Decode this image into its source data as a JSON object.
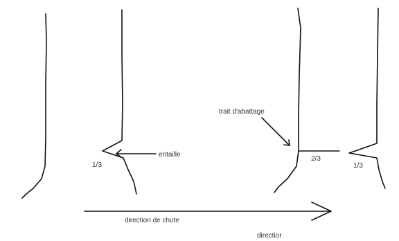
{
  "labels": {
    "entaille": "entaille",
    "one_third_left": "1/3",
    "trait_abattage": "trait d'abattage",
    "two_thirds": "2/3",
    "one_third_right": "1/3",
    "direction_chute": "direction de chute",
    "direction_cut": "directior"
  },
  "colors": {
    "line": "#111111",
    "text": "#333333",
    "background": "#ffffff"
  }
}
